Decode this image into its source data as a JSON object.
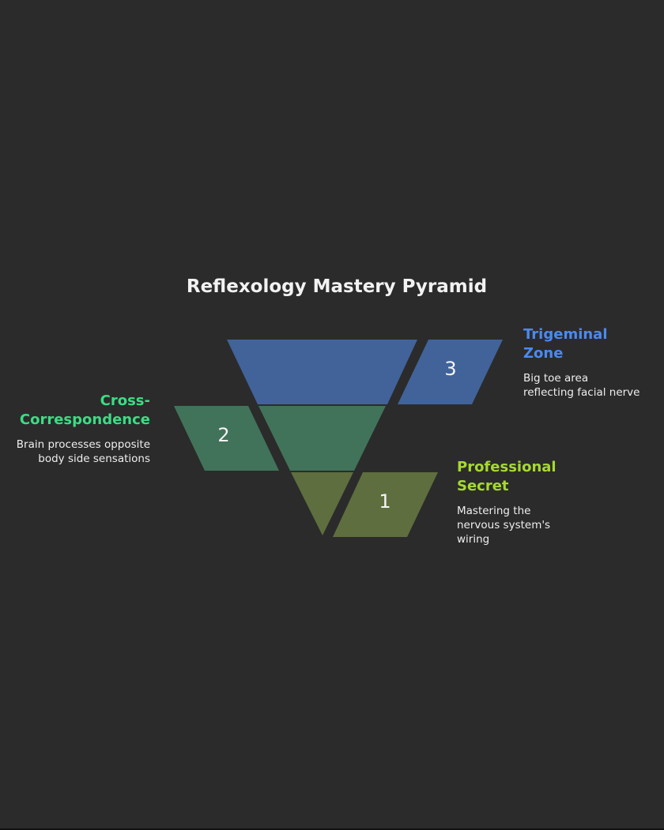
{
  "title": "Reflexology Mastery Pyramid",
  "colors": {
    "background": "#2b2b2b",
    "level3": "#41639a",
    "level2": "#41735a",
    "level1": "#5e6e3e",
    "label3": "#4a8af0",
    "label2": "#3ddc84",
    "label1": "#a6d930"
  },
  "levels": [
    {
      "number": "3",
      "heading_line1": "Trigeminal",
      "heading_line2": "Zone",
      "description": "Big toe area reflecting facial nerve"
    },
    {
      "number": "2",
      "heading_line1": "Cross-",
      "heading_line2": "Correspondence",
      "description": "Brain processes opposite body side sensations"
    },
    {
      "number": "1",
      "heading_line1": "Professional",
      "heading_line2": "Secret",
      "description": "Mastering the nervous system's wiring"
    }
  ]
}
